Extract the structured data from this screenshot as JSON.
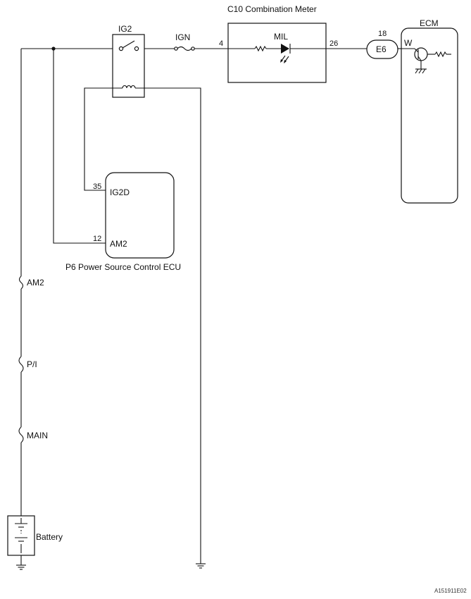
{
  "meter": {
    "title": "C10 Combination Meter",
    "led_label": "MIL",
    "pin_in": "4",
    "pin_out": "26"
  },
  "relay": {
    "label": "IG2"
  },
  "fuse_ign": {
    "label": "IGN"
  },
  "connector_e6": {
    "label": "E6",
    "pin": "18"
  },
  "ecm": {
    "title": "ECM",
    "pin_w": "W"
  },
  "ecu": {
    "caption": "P6 Power Source Control ECU",
    "pin_ig2d_num": "35",
    "pin_ig2d": "IG2D",
    "pin_am2_num": "12",
    "pin_am2": "AM2"
  },
  "fuses": {
    "am2": "AM2",
    "pi": "P/I",
    "main": "MAIN"
  },
  "battery": {
    "label": "Battery"
  },
  "figure_code": "A151911E02"
}
